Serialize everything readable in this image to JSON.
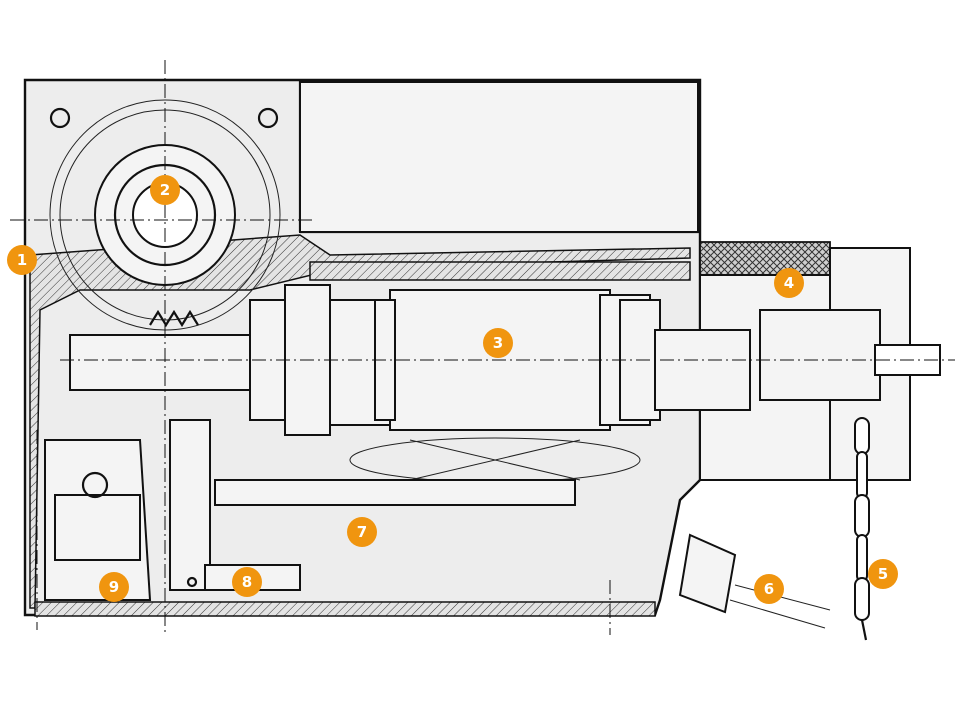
{
  "markers": [
    {
      "number": "1"
    },
    {
      "number": "2"
    },
    {
      "number": "3"
    },
    {
      "number": "4"
    },
    {
      "number": "5"
    },
    {
      "number": "6"
    },
    {
      "number": "7"
    },
    {
      "number": "8"
    },
    {
      "number": "9"
    }
  ],
  "colors": {
    "marker": "#f0950f",
    "marker_text": "#ffffff",
    "line": "#111111",
    "fill": "#ededed"
  }
}
